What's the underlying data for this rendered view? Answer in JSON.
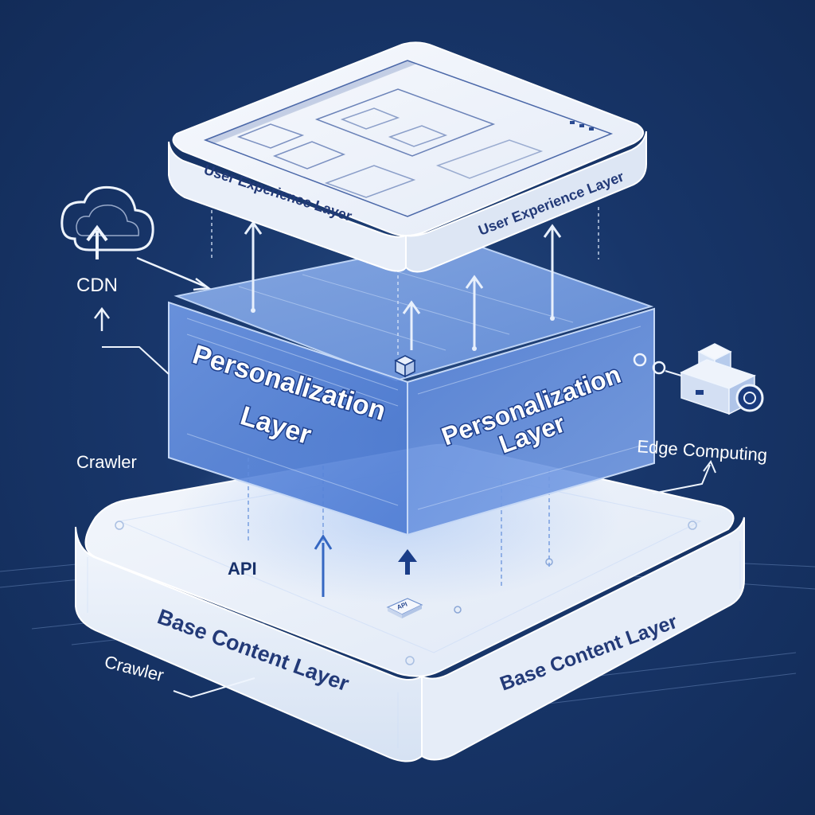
{
  "layers": {
    "user_experience": {
      "label_front": "User Experience Layer",
      "label_right": "User Experience Layer"
    },
    "personalization": {
      "label_front": "Personalization Layer",
      "label_front_line1": "Personalization",
      "label_front_line2": "Layer",
      "label_right_line1": "Personalization",
      "label_right_line2": "Layer"
    },
    "base_content": {
      "label_front": "Base Content Layer",
      "label_right": "Base Content Layer"
    }
  },
  "annotations": {
    "cdn": "CDN",
    "crawler_upper": "Crawler",
    "crawler_lower": "Crawler",
    "edge_computing": "Edge Computing",
    "api": "API",
    "api_chip": "API"
  },
  "colors": {
    "background": "#18366a",
    "layer_white": "#eef3fb",
    "personalization_blue": "#4f7fd6",
    "label_dark_blue": "#233a78",
    "arrow_blue": "#2f5fb8"
  },
  "icons": {
    "cloud": "cloud-upload-icon",
    "edge": "server-cube-icon",
    "api_chip": "api-chip-icon"
  }
}
